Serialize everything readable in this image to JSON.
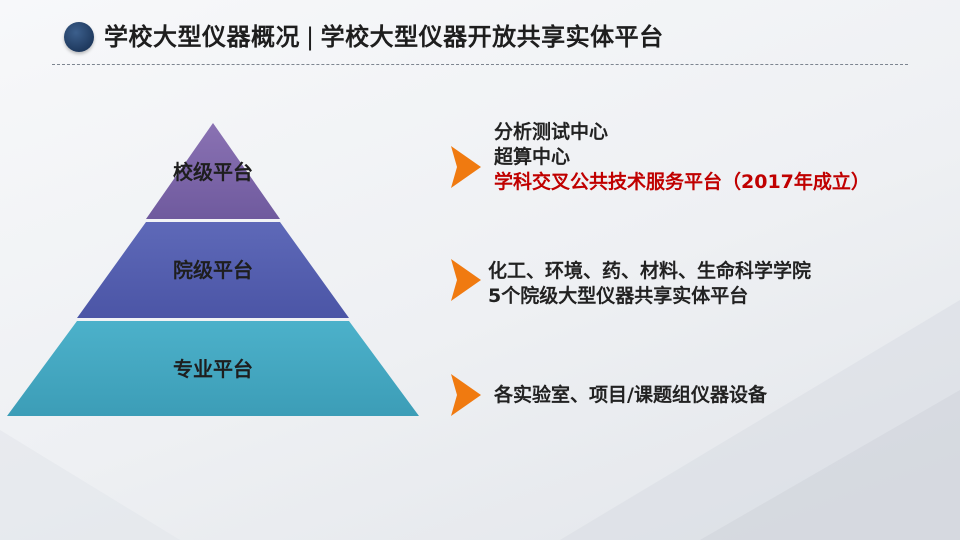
{
  "header": {
    "section": "学校大型仪器概况",
    "separator": "|",
    "title": "学校大型仪器开放共享实体平台"
  },
  "colors": {
    "top_tier": "#7a63a6",
    "middle_tier": "#5560b0",
    "base_tier": "#45a8c2",
    "arrow": "#f07a10",
    "highlight_text": "#c00000"
  },
  "pyramid": {
    "tiers": [
      {
        "label": "校级平台"
      },
      {
        "label": "院级平台"
      },
      {
        "label": "专业平台"
      }
    ]
  },
  "descriptions": {
    "top": {
      "line1": "分析测试中心",
      "line2": "超算中心",
      "line3": "学科交叉公共技术服务平台（2017年成立）"
    },
    "middle": {
      "line1": "化工、环境、药、材料、生命科学学院",
      "line2": "5个院级大型仪器共享实体平台"
    },
    "base": {
      "line1": "各实验室、项目/课题组仪器设备"
    }
  }
}
